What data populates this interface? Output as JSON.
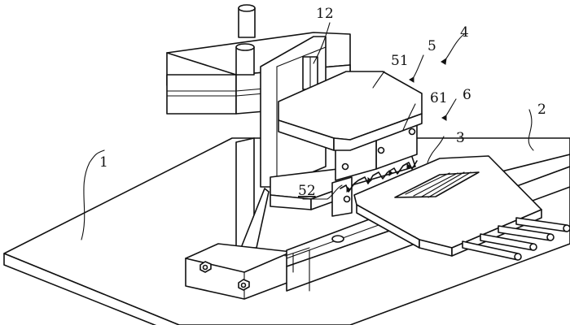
{
  "labels": {
    "l1": "1",
    "l2": "2",
    "l3": "3",
    "l4": "4",
    "l5": "5",
    "l6": "6",
    "l12": "12",
    "l51": "51",
    "l52": "52",
    "l61": "61"
  }
}
